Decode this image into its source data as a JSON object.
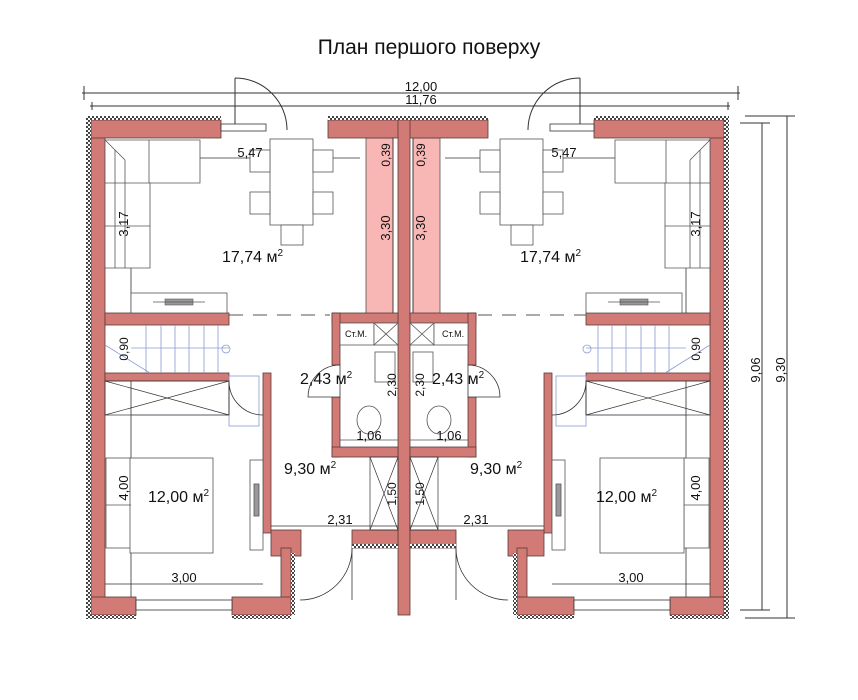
{
  "title": "План першого поверху",
  "colors": {
    "wall": "#d27b76",
    "wall_light": "#f8b7b5",
    "stair_lines": "#8a9ad6",
    "lines": "#333333",
    "insulation": "#555555"
  },
  "overall_dimensions": {
    "width_outer": "12,00",
    "width_inner": "11,76",
    "height_inner": "9,06",
    "height_outer": "9,30"
  },
  "units": {
    "left": {
      "living_room": {
        "area": "17,74 м",
        "width": "5,47",
        "depth": "3,17"
      },
      "stair": {
        "width": "0,90"
      },
      "bathroom": {
        "area": "2,43 м",
        "closet_label": "Ст.М.",
        "depth": "2,30",
        "width": "1,06"
      },
      "hall": {
        "area": "9,30 м",
        "width": "2,31",
        "vestibule": "1,50"
      },
      "bedroom": {
        "area": "12,00 м",
        "width": "3,00",
        "depth": "4,00"
      },
      "light_well": {
        "gap": "0,39",
        "length": "3,30"
      }
    },
    "right": {
      "living_room": {
        "area": "17,74 м",
        "width": "5,47",
        "depth": "3,17"
      },
      "stair": {
        "width": "0,90"
      },
      "bathroom": {
        "area": "2,43 м",
        "closet_label": "Ст.М.",
        "depth": "2,30",
        "width": "1,06"
      },
      "hall": {
        "area": "9,30 м",
        "width": "2,31",
        "vestibule": "1,50"
      },
      "bedroom": {
        "area": "12,00 м",
        "width": "3,00",
        "depth": "4,00"
      },
      "light_well": {
        "gap": "0,39",
        "length": "3,30"
      }
    }
  },
  "superscript": "2"
}
